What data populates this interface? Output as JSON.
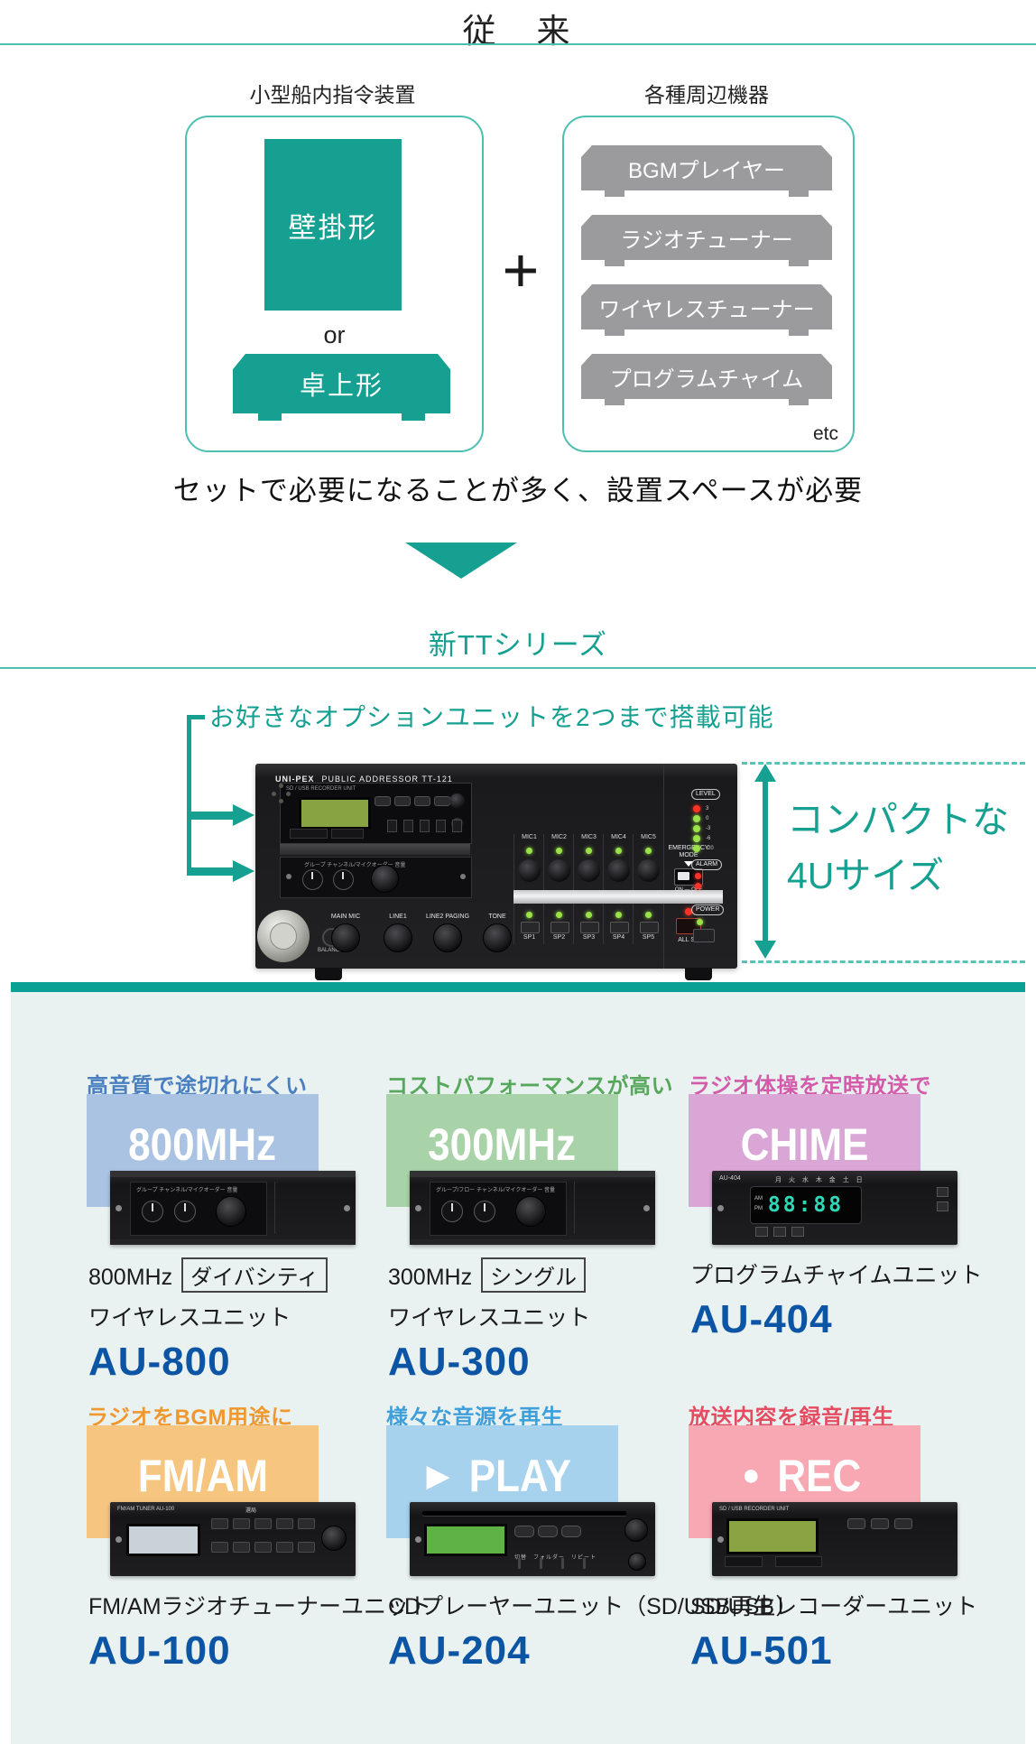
{
  "colors": {
    "teal": "#16a091",
    "teal_line": "#4dbfb0",
    "teal_bar": "#0aa093",
    "device_gray": "#9b9b9d",
    "panel_bg": "#e9f2f1",
    "model_blue": "#0c55a5"
  },
  "conventional": {
    "title": "従　来",
    "left_group_label": "小型船内指令装置",
    "right_group_label": "各種周辺機器",
    "wall_type_label": "壁掛形",
    "or_label": "or",
    "desk_type_label": "卓上形",
    "plus_sign": "+",
    "peripheral_devices": [
      "BGMプレイヤー",
      "ラジオチューナー",
      "ワイヤレスチューナー",
      "プログラムチャイム"
    ],
    "etc_label": "etc",
    "caption": "セットで必要になることが多く、設置スペースが必要"
  },
  "new_series": {
    "heading": "新TTシリーズ",
    "option_note": "お好きなオプションユニットを2つまで搭載可能",
    "compact_note_line1": "コンパクトな",
    "compact_note_line2": "4Uサイズ",
    "main_unit": {
      "brand": "UNI-PEX",
      "model_line": "PUBLIC ADDRESSOR  TT-121",
      "bay1_label": "SD / USB RECORDER UNIT",
      "bay2_label": "グループ  チャンネル/マイクオーダー  音量",
      "knob_labels": [
        "MAIN MIC",
        "LINE1",
        "LINE2 PAGING",
        "TONE"
      ],
      "balance_label": "BALANCE",
      "mic_labels": [
        "MIC1",
        "MIC2",
        "MIC3",
        "MIC4",
        "MIC5"
      ],
      "sp_labels": [
        "SP1",
        "SP2",
        "SP3",
        "SP4",
        "SP5"
      ],
      "all_sp_label": "ALL SP",
      "emergency_label_1": "EMERGENCY",
      "emergency_label_2": "MODE",
      "on_off_label": "ON — OFF",
      "level_label": "LEVEL",
      "level_scale": [
        "3",
        "0",
        "-3",
        "-6",
        "-20"
      ],
      "alarm_label": "ALARM",
      "power_label": "POWER"
    }
  },
  "options": {
    "cards": [
      {
        "tagline": "高音質で途切れにくい",
        "tagline_color": "#4a7fc0",
        "badge_text": "800MHz",
        "badge_icon": "",
        "badge_bg": "#abc3e2",
        "desc_prefix": "800MHz",
        "desc_boxed": "ダイバシティ",
        "desc_line2": "ワイヤレスユニット",
        "model": "AU-800",
        "unit_detail": {
          "panel_label": "グループ  チャンネル/マイクオーダー  音量"
        }
      },
      {
        "tagline": "コストパフォーマンスが高い",
        "tagline_color": "#57a75d",
        "badge_text": "300MHz",
        "badge_icon": "",
        "badge_bg": "#a8d2a8",
        "desc_prefix": "300MHz",
        "desc_boxed": "シングル",
        "desc_line2": "ワイヤレスユニット",
        "model": "AU-300",
        "unit_detail": {
          "panel_label": "グループ/フロー  チャンネル/マイクオーダー  音量"
        }
      },
      {
        "tagline": "ラジオ体操を定時放送で",
        "tagline_color": "#d45aaa",
        "badge_text": "CHIME",
        "badge_icon": "",
        "badge_bg": "#daa6d6",
        "desc_prefix": "プログラムチャイムユニット",
        "desc_boxed": "",
        "desc_line2": "",
        "model": "AU-404",
        "unit_detail": {
          "id": "AU-404",
          "days": "月 火 水 木 金 土 日",
          "digits": "88:88",
          "ampm_top": "AM",
          "ampm_bottom": "PM"
        }
      },
      {
        "tagline": "ラジオをBGM用途に",
        "tagline_color": "#f0982f",
        "badge_text": "FM/AM",
        "badge_icon": "",
        "badge_bg": "#f6c57f",
        "desc_prefix": "FM/AMラジオチューナーユニット",
        "desc_boxed": "",
        "desc_line2": "",
        "model": "AU-100",
        "unit_detail": {
          "id": "FM/AM TUNER AU-100",
          "tuning": "選局"
        }
      },
      {
        "tagline": "様々な音源を再生",
        "tagline_color": "#3f9fda",
        "badge_text": "PLAY",
        "badge_icon": "▶",
        "badge_bg": "#a6d2ee",
        "desc_prefix": "CDプレーヤーユニット（SD/USB再生）",
        "desc_boxed": "",
        "desc_line2": "",
        "model": "AU-204",
        "unit_detail": {
          "labels": "切替　フォルダー　リピート"
        }
      },
      {
        "tagline": "放送内容を録音/再生",
        "tagline_color": "#e64c61",
        "badge_text": "REC",
        "badge_icon": "●",
        "badge_bg": "#f7a8b2",
        "desc_prefix": "SD/USBレコーダーユニット",
        "desc_boxed": "",
        "desc_line2": "",
        "model": "AU-501",
        "unit_detail": {
          "id": "SD / USB RECORDER UNIT"
        }
      }
    ]
  }
}
